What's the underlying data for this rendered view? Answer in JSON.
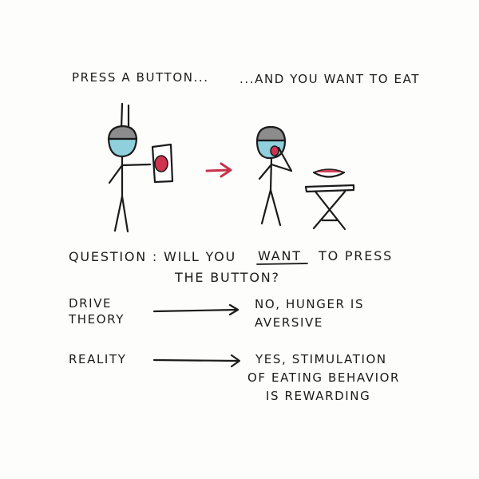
{
  "panel_labels": {
    "left": "PRESS A BUTTON...",
    "right": "...AND YOU WANT TO EAT"
  },
  "question": {
    "prefix": "QUESTION : WILL YOU",
    "emphasis": "WANT",
    "suffix": "TO PRESS",
    "line2": "THE BUTTON?"
  },
  "comparisons": [
    {
      "label_line1": "DRIVE",
      "label_line2": "THEORY",
      "answer_line1": "NO, HUNGER IS",
      "answer_line2": "AVERSIVE",
      "answer_line3": ""
    },
    {
      "label_line1": "REALITY",
      "label_line2": "",
      "answer_line1": "YES, STIMULATION",
      "answer_line2": "OF EATING BEHAVIOR",
      "answer_line3": "IS REWARDING"
    }
  ],
  "colors": {
    "ink": "#1b1b1b",
    "head_gray": "#8c8c8c",
    "face_blue": "#8fd0dc",
    "button_red": "#d0334f",
    "arrow_red": "#c9324a",
    "food_red": "#d6415a"
  }
}
